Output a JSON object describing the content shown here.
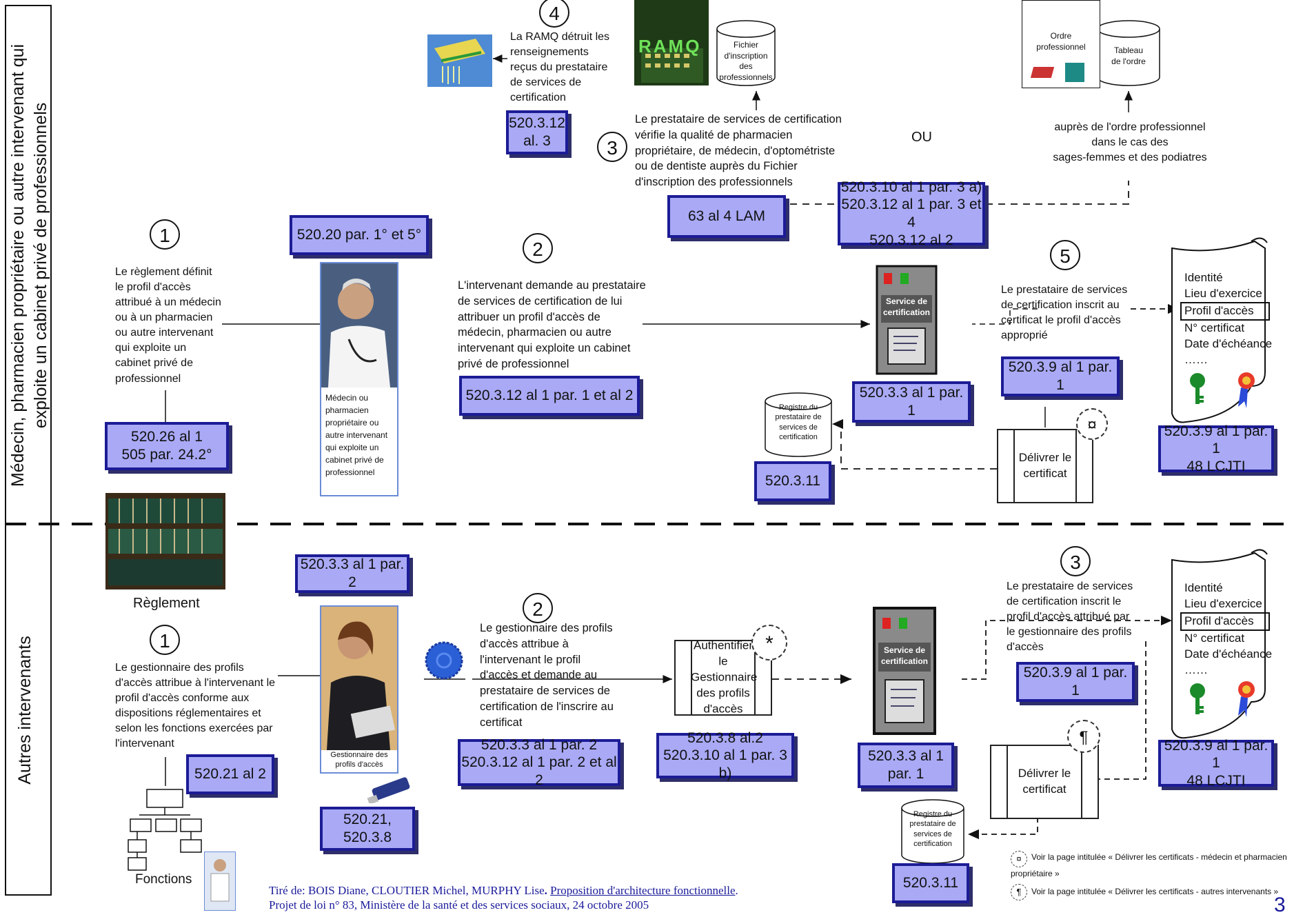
{
  "lanes": {
    "top": "Médecin, pharmacien propriétaire ou autre intervenant qui\nexploite un cabinet privé de professionnels",
    "bottom": "Autres intervenants"
  },
  "top": {
    "step1_num": "1",
    "step1_text": "Le règlement définit\nle profil d'accès\nattribué à un médecin\nou à un pharmacien\nou autre intervenant\nqui exploite un\ncabinet privé de\nprofessionnel",
    "ref_520_26": "520.26 al 1\n505 par. 24.2°",
    "ref_520_20": "520.20 par. 1° et 5°",
    "doctor_caption": "Médecin ou\npharmacien\npropriétaire ou\nautre intervenant\nqui exploite un\ncabinet privé de\nprofessionnel",
    "step2_num": "2",
    "step2_text": "L'intervenant demande au prestataire\nde services de certification de lui\nattribuer un profil d'accès de\nmédecin, pharmacien ou autre\nintervenant qui exploite un cabinet\nprivé de professionnel",
    "ref_520_3_12": "520.3.12 al 1 par. 1 et al 2",
    "step3_num": "3",
    "step3_text": "Le prestataire de services de certification\nvérifie la qualité de pharmacien\npropriétaire, de médecin, d'optométriste\nou de dentiste auprès du Fichier\nd'inscription des professionnels",
    "step4_num": "4",
    "step4_text": "La RAMQ détruit les\nrenseignements\nreçus du prestataire\nde services de\ncertification",
    "ref_520_3_12_al3": "520.3.12\nal. 3",
    "ramq_logo": "RAMQ",
    "fichier_label": "Fichier\nd'inscription des\nprofessionnels",
    "ref_63": "63 al 4 LAM",
    "ou": "OU",
    "ref_center": "520.3.10 al 1 par. 3 a)\n520.3.12 al 1 par. 3 et 4\n520.3.12 al 2",
    "ordre_label": "Ordre\nprofessionnel",
    "tableau_label": "Tableau\nde l'ordre",
    "ordre_text": "auprès de l'ordre professionnel\ndans le cas des\nsages-femmes et des podiatres",
    "server_title": "Service de\ncertification",
    "ref_520_3_3": "520.3.3 al 1 par. 1",
    "registre": "Registre du\nprestataire de\nservices de\ncertification",
    "ref_520_3_11": "520.3.11",
    "step5_num": "5",
    "step5_text": "Le prestataire de services\nde certification inscrit au\ncertificat le profil d'accès\napproprié",
    "ref_520_3_9": "520.3.9 al 1 par. 1",
    "deliver": "Délivrer le\ncertificat",
    "deliver_marker": "¤",
    "cert_lines": [
      "Identité",
      "Lieu d'exercice",
      "Profil d'accès",
      "N° certificat",
      "Date d'échéance",
      "……"
    ],
    "ref_cert": "520.3.9 al 1 par. 1\n48 LCJTI"
  },
  "bottom": {
    "reglement_label": "Règlement",
    "step1_num": "1",
    "step1_text": "Le gestionnaire des profils\nd'accès attribue à l'intervenant le\nprofil d'accès conforme aux\ndispositions réglementaires et\nselon les fonctions exercées par\nl'intervenant",
    "ref_520_21": "520.21 al 2",
    "fonctions_label": "Fonctions",
    "ref_520_3_3_par2": "520.3.3 al 1 par. 2",
    "manager_caption": "Gestionnaire des\nprofils d'accès",
    "ref_520_21_3_8": "520.21,\n520.3.8",
    "step2_num": "2",
    "step2_text": "Le gestionnaire des profils\nd'accès attribue à\nl'intervenant le profil\nd'accès et demande au\nprestataire de services de\ncertification de l'inscrire au\ncertificat",
    "ref_step2": "520.3.3 al 1 par. 2\n520.3.12 al 1 par. 2 et al 2",
    "auth_text": "Authentifier le\nGestionnaire\ndes profils\nd'accès",
    "auth_marker": "*",
    "ref_auth": "520.3.8 al.2\n520.3.10 al 1 par. 3 b)",
    "server_title": "Service de\ncertification",
    "ref_server": "520.3.3 al 1\npar. 1",
    "registre": "Registre du\nprestataire de\nservices de\ncertification",
    "ref_520_3_11": "520.3.11",
    "step3_num": "3",
    "step3_text": "Le prestataire de services\nde certification inscrit le\nprofil d'accès attribué par\nle gestionnaire des profils\nd'accès",
    "ref_520_3_9": "520.3.9 al 1 par. 1",
    "deliver": "Délivrer le\ncertificat",
    "deliver_marker": "¶",
    "cert_lines": [
      "Identité",
      "Lieu d'exercice",
      "Profil d'accès",
      "N° certificat",
      "Date d'échéance",
      "……"
    ],
    "ref_cert": "520.3.9 al 1 par. 1\n48 LCJTI"
  },
  "footer": {
    "line1_prefix": "Tiré de: BOIS Diane, CLOUTIER Michel, MURPHY Lise",
    "line1_dot": ". ",
    "line1_link": "Proposition d'architecture fonctionnelle",
    "line1_end": ".",
    "line2": "Projet de loi n° 83, Ministère de la santé et des services sociaux, 24 octobre 2005"
  },
  "legend": {
    "item1_symbol": "¤",
    "item1_text": "Voir la page intitulée « Délivrer les certificats - médecin et pharmacien\npropriétaire »",
    "item2_symbol": "¶",
    "item2_text": "Voir la page intitulée « Délivrer les certificats - autres intervenants »"
  },
  "page_number": "3",
  "colors": {
    "ref_fill": "#a9a9f6",
    "ref_border": "#1c1c96",
    "footnote": "#1a1a9a"
  }
}
